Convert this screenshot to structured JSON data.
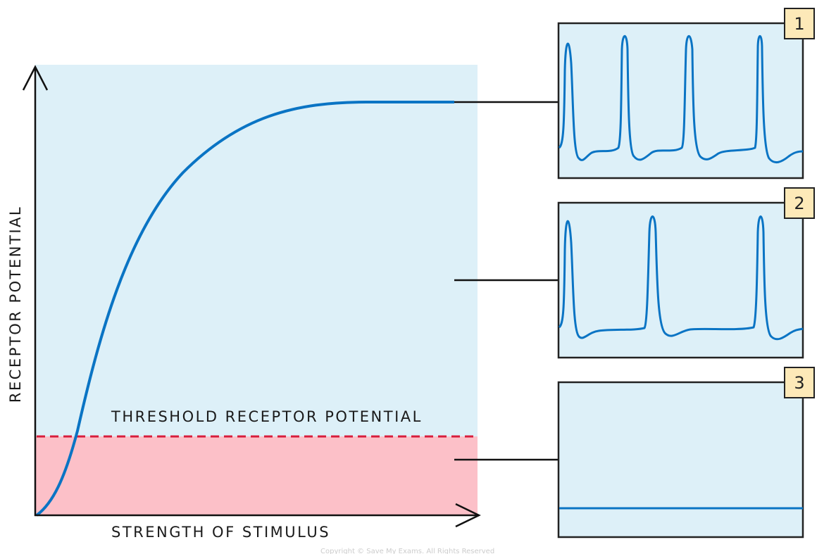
{
  "graph": {
    "y_axis_label": "RECEPTOR POTENTIAL",
    "x_axis_label": "STRENGTH OF STIMULUS",
    "threshold_label": "THRESHOLD RECEPTOR POTENTIAL"
  },
  "panels": [
    {
      "badge": "1",
      "spikes": 4
    },
    {
      "badge": "2",
      "spikes": 3
    },
    {
      "badge": "3",
      "spikes": 0
    }
  ],
  "colors": {
    "curve": "#0a74c4",
    "threshold": "#d81e3c",
    "above_region": "#ddf0f8",
    "below_region": "#fcc0c8",
    "badge": "#fde9b8"
  },
  "copyright": "Copyright © Save My Exams. All Rights Reserved"
}
